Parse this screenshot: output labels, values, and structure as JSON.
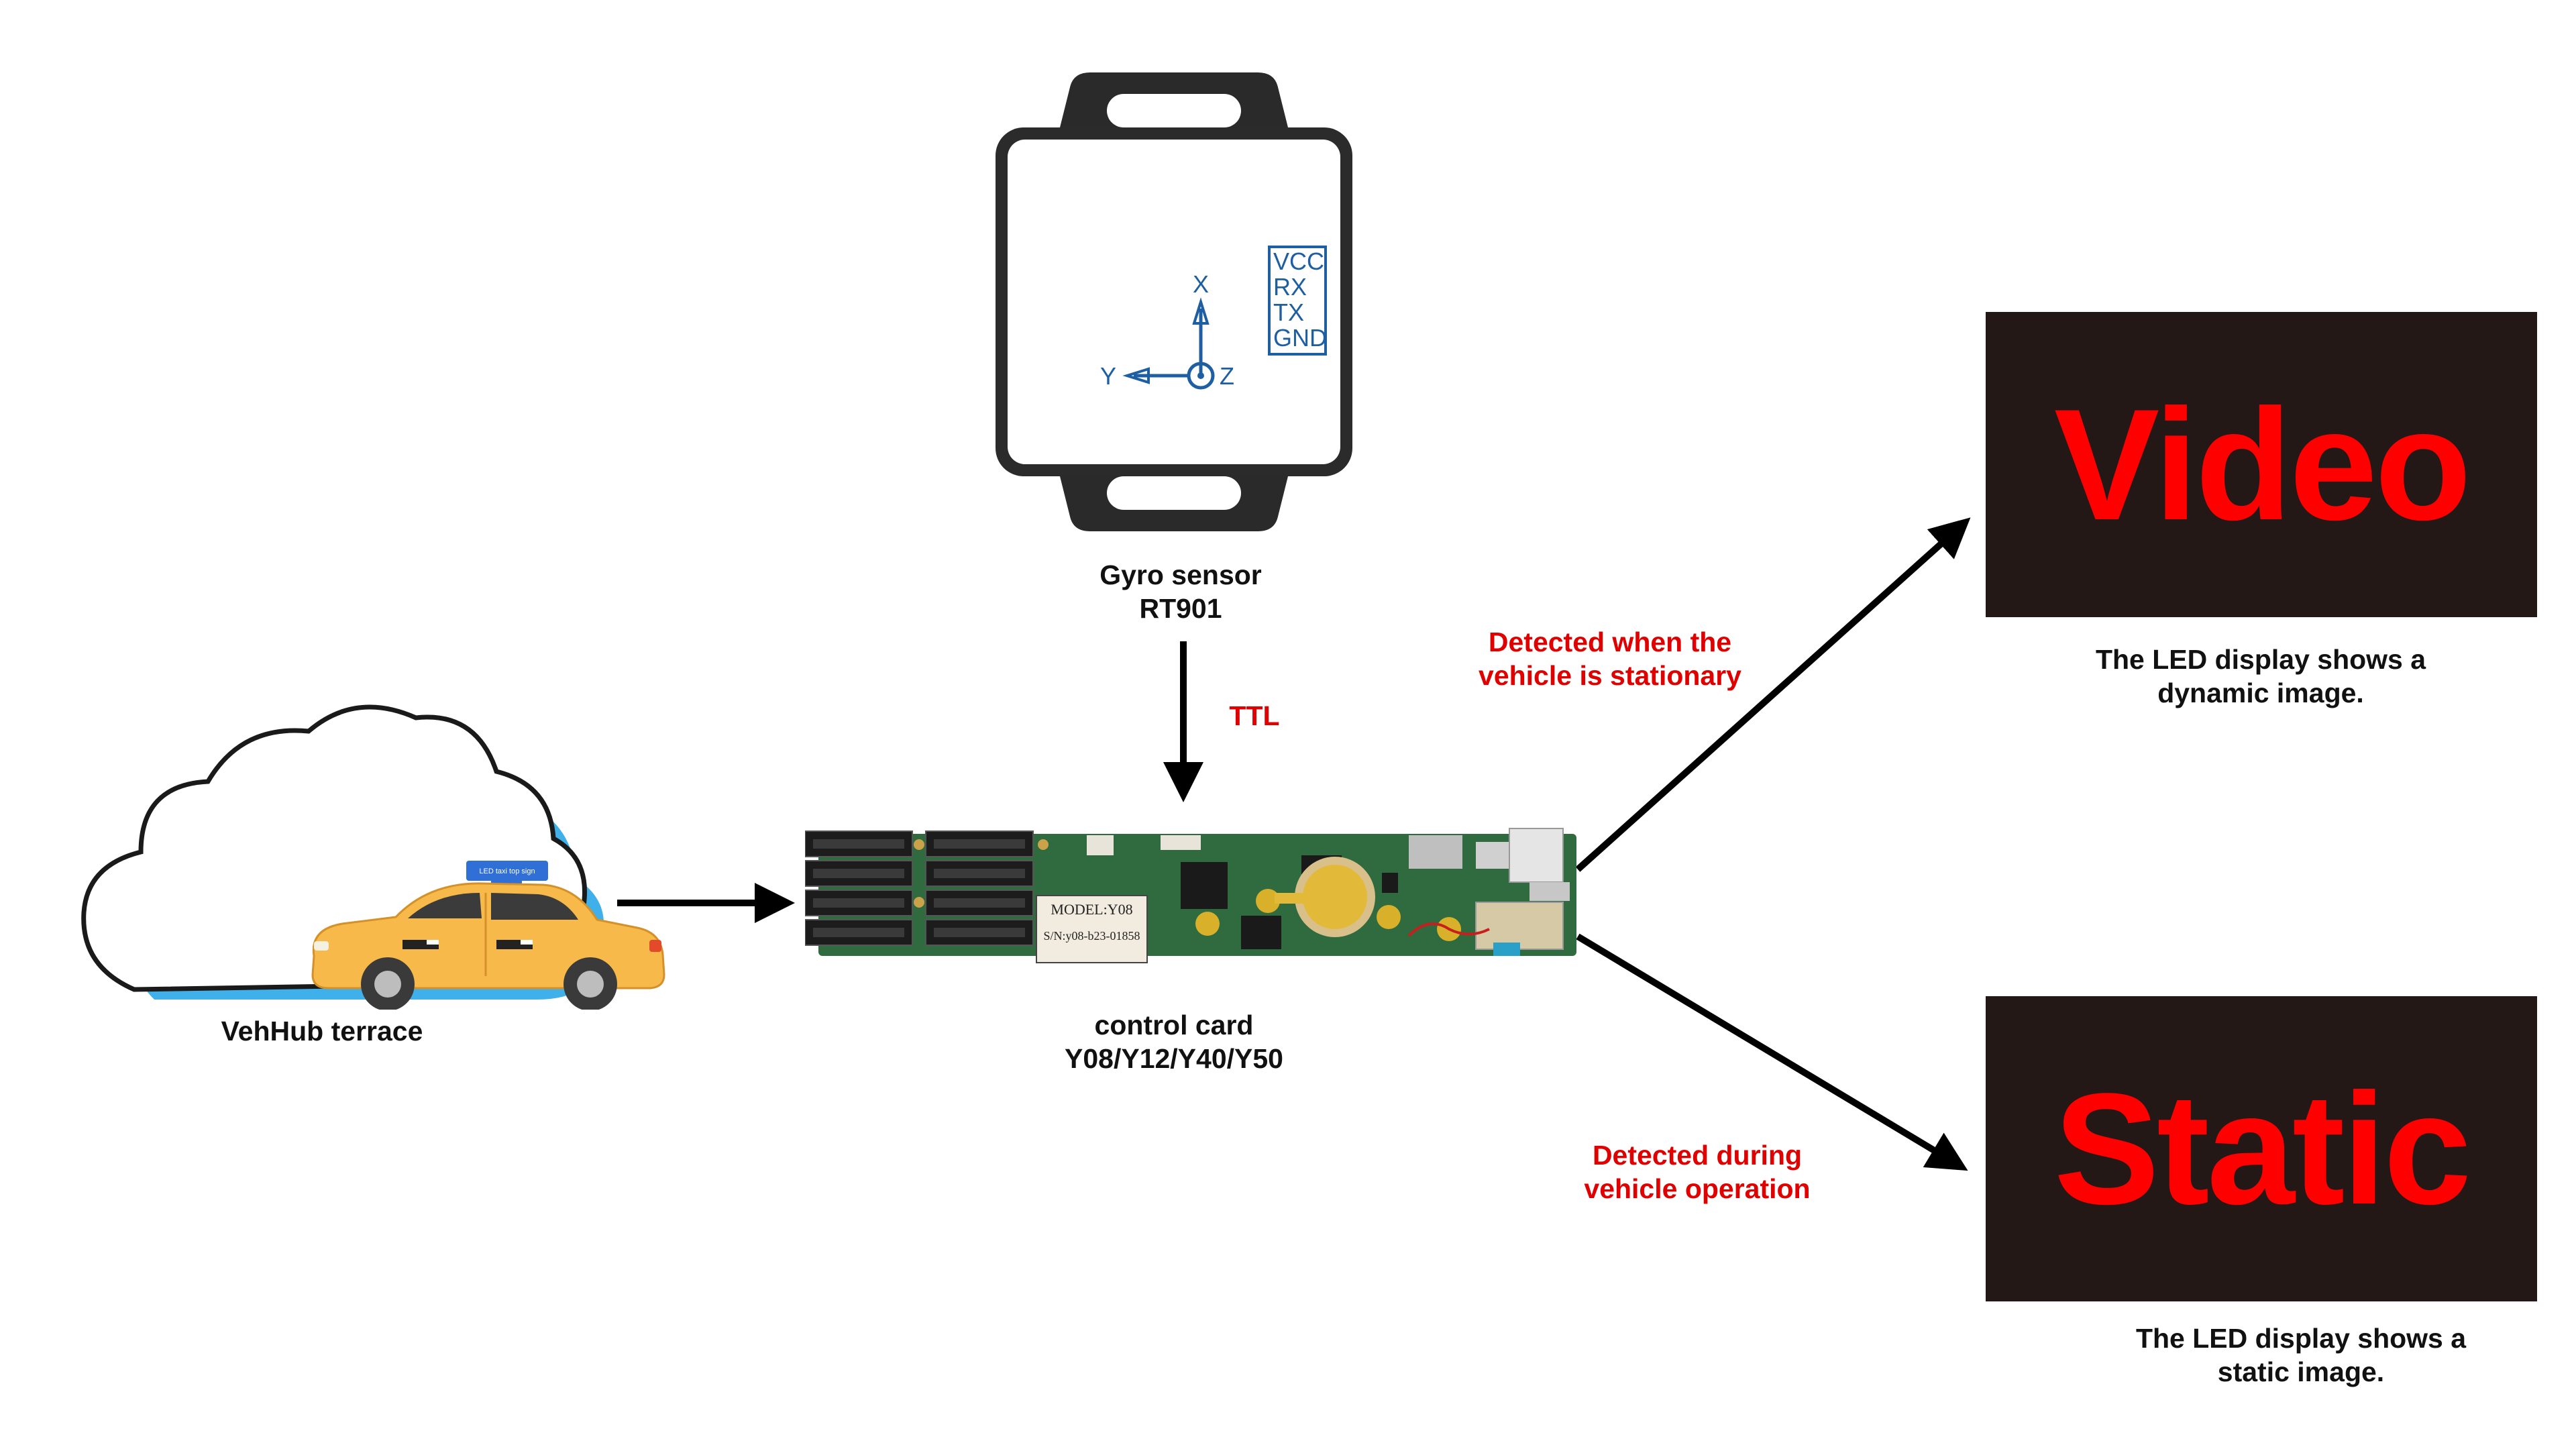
{
  "colors": {
    "accent_red": "#e00000",
    "led_background": "#231815",
    "led_text": "#ff0000",
    "sensor_blue": "#1e5fa3",
    "arrow": "#000000"
  },
  "sensor": {
    "pins": [
      "VCC",
      "RX",
      "TX",
      "GND"
    ],
    "axis_x": "X",
    "axis_y": "Y",
    "axis_z": "Z",
    "caption_line1": "Gyro sensor",
    "caption_line2": "RT901"
  },
  "ttl_label": "TTL",
  "vehicle": {
    "sign_text": "LED taxi top sign",
    "caption": "VehHub terrace"
  },
  "control_card": {
    "model_label": "MODEL:Y08",
    "serial_label": "S/N:y08-b23-01858",
    "caption_line1": "control card",
    "caption_line2": "Y08/Y12/Y40/Y50"
  },
  "branch_stationary": {
    "note_line1": "Detected when the",
    "note_line2": "vehicle is stationary",
    "display_text": "Video",
    "caption_line1": "The LED display shows a",
    "caption_line2": "dynamic image."
  },
  "branch_moving": {
    "note_line1": "Detected during",
    "note_line2": "vehicle operation",
    "display_text": "Static",
    "caption_line1": "The LED display shows a",
    "caption_line2": "static image."
  }
}
